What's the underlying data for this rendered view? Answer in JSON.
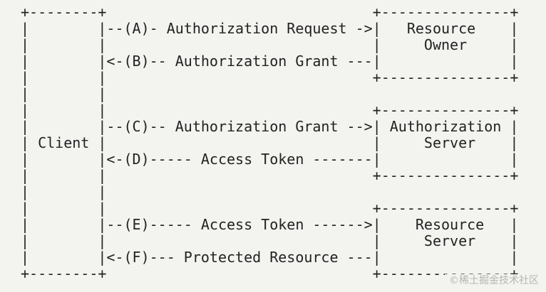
{
  "diagram": {
    "title_implied": "OAuth 2.0 Abstract Protocol Flow",
    "entities": [
      "Client",
      "Resource Owner",
      "Authorization Server",
      "Resource Server"
    ],
    "flows": [
      {
        "step": "A",
        "label": "Authorization Request",
        "from": "Client",
        "to": "Resource Owner"
      },
      {
        "step": "B",
        "label": "Authorization Grant",
        "from": "Resource Owner",
        "to": "Client"
      },
      {
        "step": "C",
        "label": "Authorization Grant",
        "from": "Client",
        "to": "Authorization Server"
      },
      {
        "step": "D",
        "label": "Access Token",
        "from": "Authorization Server",
        "to": "Client"
      },
      {
        "step": "E",
        "label": "Access Token",
        "from": "Client",
        "to": "Resource Server"
      },
      {
        "step": "F",
        "label": "Protected Resource",
        "from": "Resource Server",
        "to": "Client"
      }
    ],
    "ascii_lines": [
      "+--------+                               +---------------+",
      "|        |--(A)- Authorization Request ->|   Resource    |",
      "|        |                               |     Owner     |",
      "|        |<-(B)-- Authorization Grant ---|               |",
      "|        |                               +---------------+",
      "|        |",
      "|        |                               +---------------+",
      "|        |--(C)-- Authorization Grant -->| Authorization |",
      "| Client |                               |     Server    |",
      "|        |<-(D)----- Access Token -------|               |",
      "|        |                               +---------------+",
      "|        |",
      "|        |                               +---------------+",
      "|        |--(E)----- Access Token ------>|    Resource   |",
      "|        |                               |     Server    |",
      "|        |<-(F)--- Protected Resource ---|               |",
      "+--------+                               +---------------+"
    ]
  },
  "watermark": {
    "text": "©稀土掘金技术社区"
  },
  "colors": {
    "background": "#f3f3f0",
    "text": "#222222",
    "watermark": "#b5b5b2"
  }
}
